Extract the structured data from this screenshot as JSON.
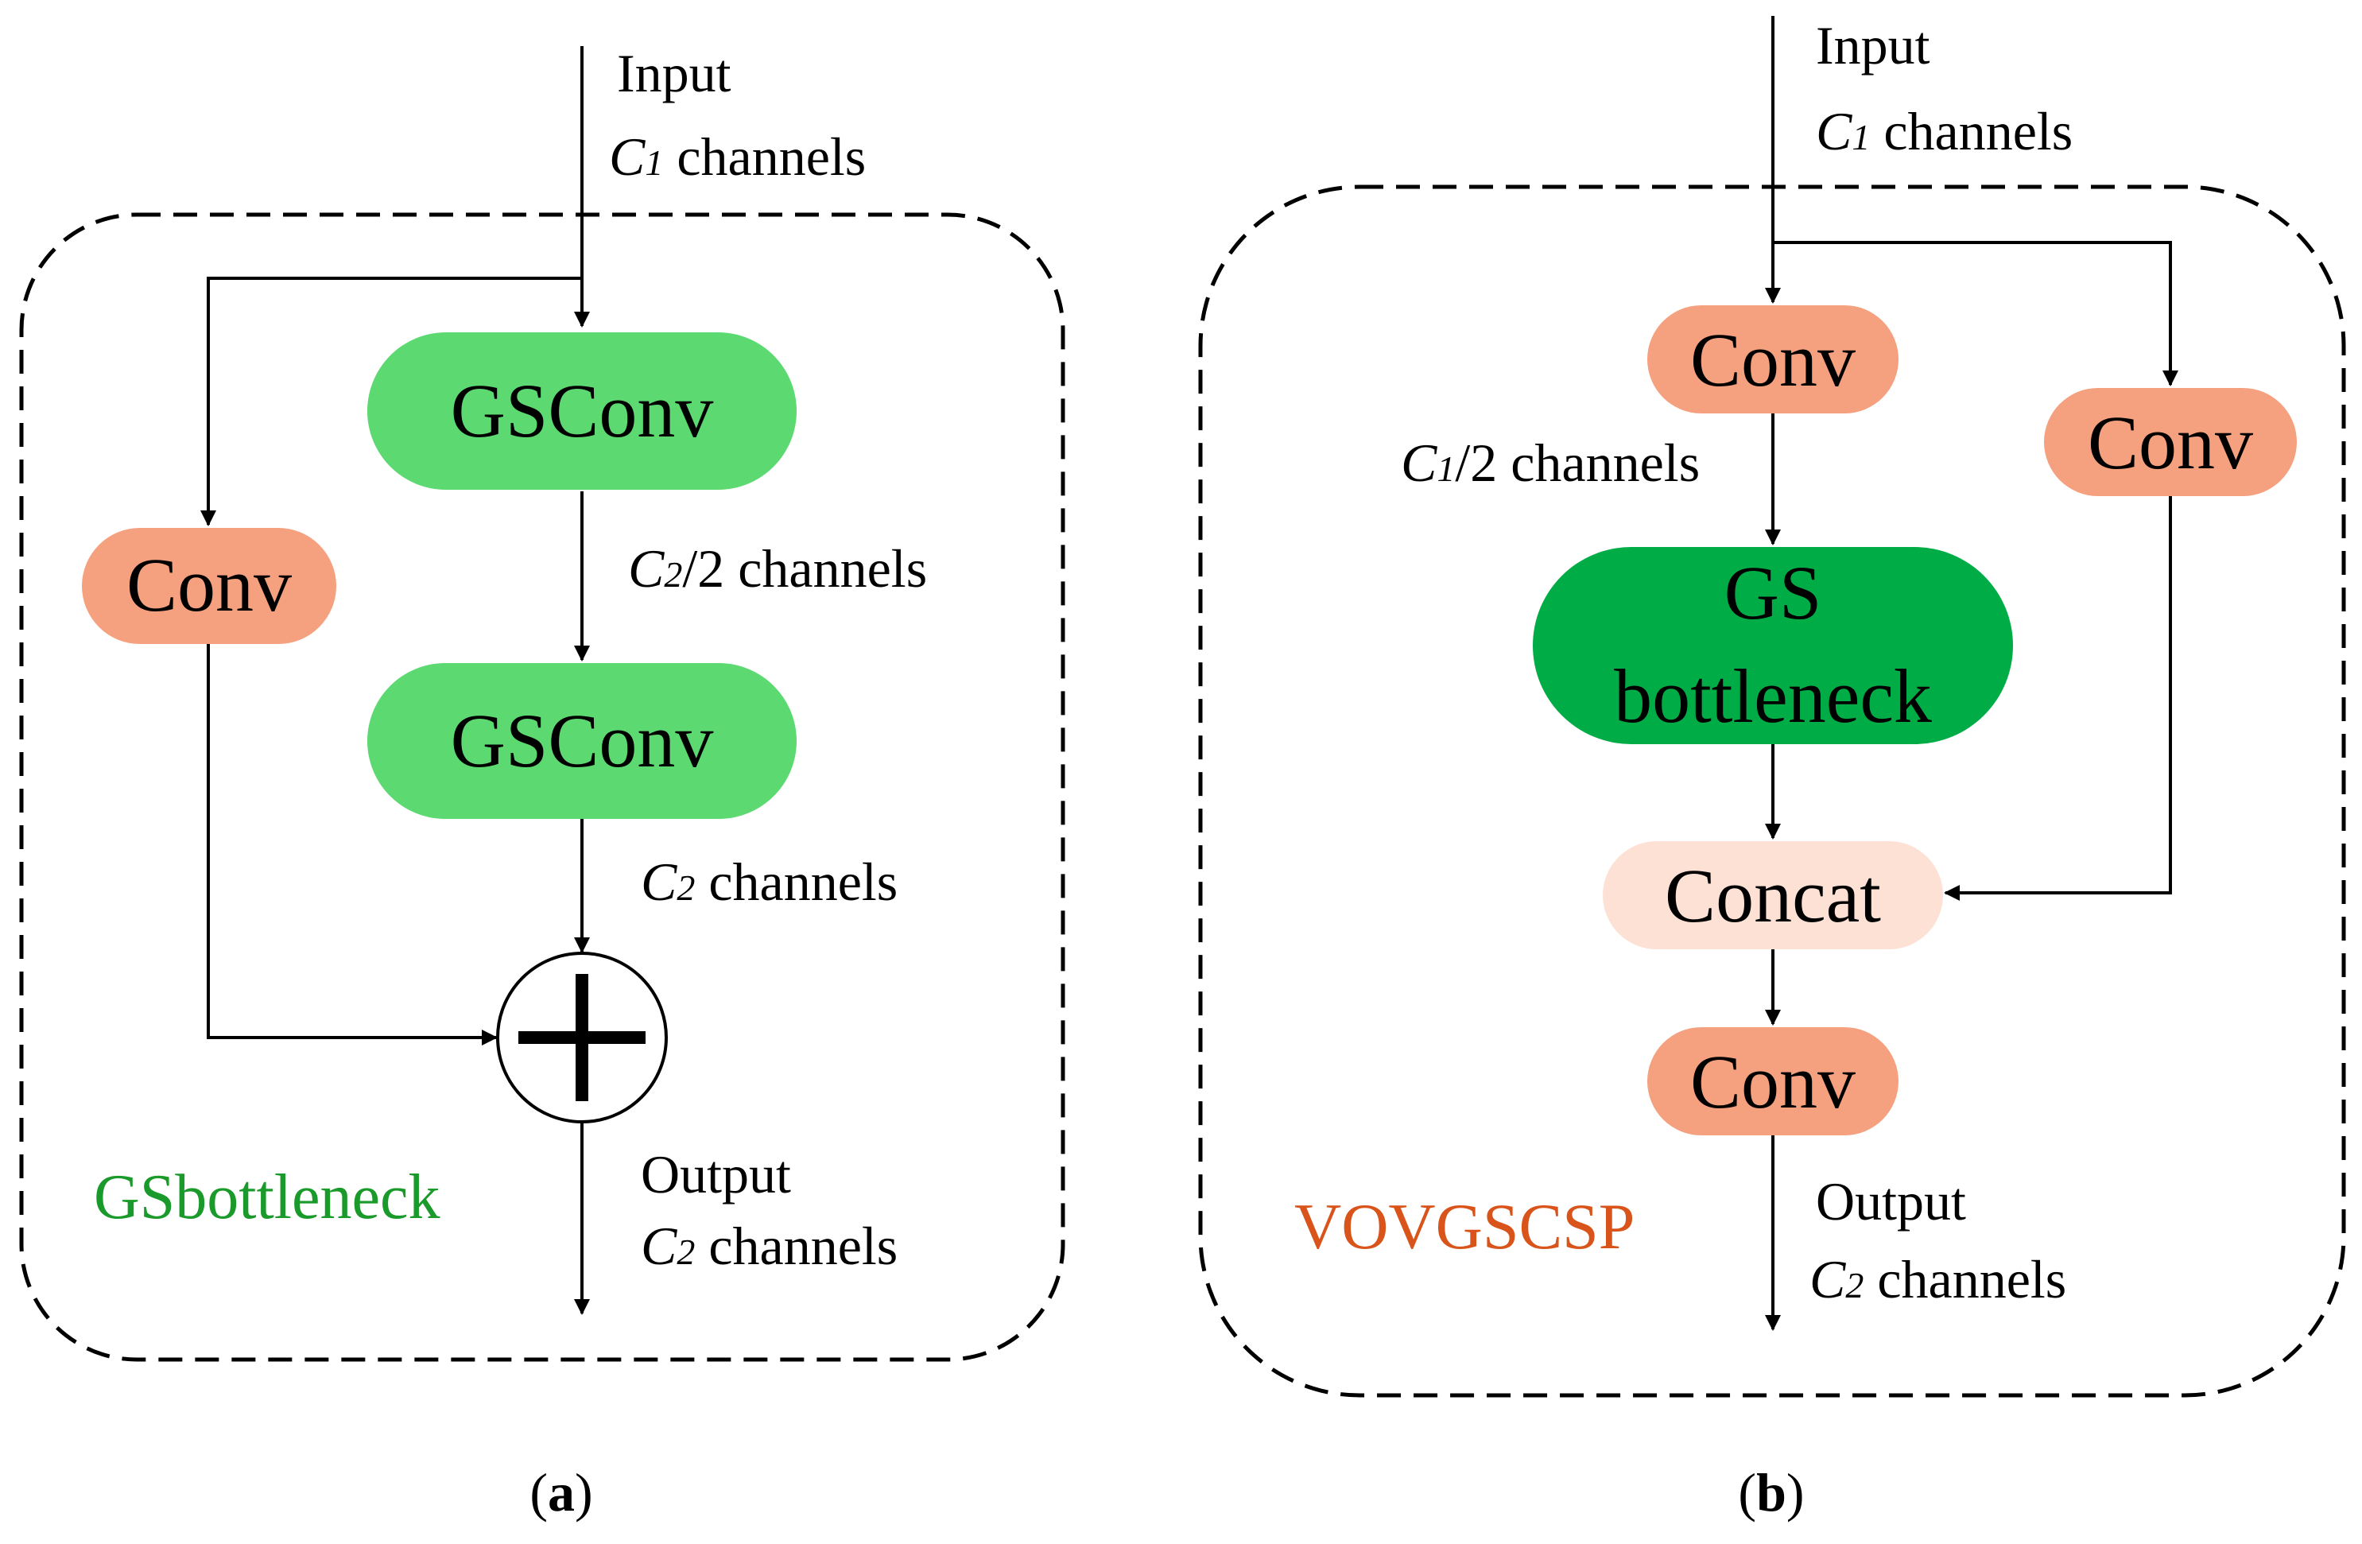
{
  "colors": {
    "gsconv_fill": "#5dd972",
    "conv_fill": "#f5a07e",
    "gs_bottleneck_fill": "#00ac46",
    "concat_fill": "#fde1d5",
    "line": "#000000",
    "label_green": "#1a9a2a",
    "label_orange": "#d9541a"
  },
  "panel_a": {
    "block_label": "GSbottleneck",
    "input_label": "Input",
    "input_channels": {
      "symbol": "C",
      "subscript": "1",
      "suffix": " channels"
    },
    "gsconv_top": "GSConv",
    "gsconv_bottom": "GSConv",
    "conv": "Conv",
    "mid_channels": {
      "symbol": "C",
      "subscript": "2",
      "suffix": "/2 channels"
    },
    "after_channels": {
      "symbol": "C",
      "subscript": "2",
      "suffix": " channels"
    },
    "output_label": "Output",
    "output_channels": {
      "symbol": "C",
      "subscript": "2",
      "suffix": " channels"
    },
    "add_icon": "add-circle-icon",
    "caption": {
      "open": "(",
      "letter": "a",
      "close": ")"
    }
  },
  "panel_b": {
    "block_label": "VOVGSCSP",
    "input_label": "Input",
    "input_channels": {
      "symbol": "C",
      "subscript": "1",
      "suffix": " channels"
    },
    "conv_top_left": "Conv",
    "conv_right": "Conv",
    "half_channels": {
      "symbol": "C",
      "subscript": "1",
      "suffix": "/2 channels"
    },
    "gs_bottleneck_line1": "GS",
    "gs_bottleneck_line2": "bottleneck",
    "concat": "Concat",
    "conv_bottom": "Conv",
    "output_label": "Output",
    "output_channels": {
      "symbol": "C",
      "subscript": "2",
      "suffix": " channels"
    },
    "caption": {
      "open": "(",
      "letter": "b",
      "close": ")"
    }
  }
}
